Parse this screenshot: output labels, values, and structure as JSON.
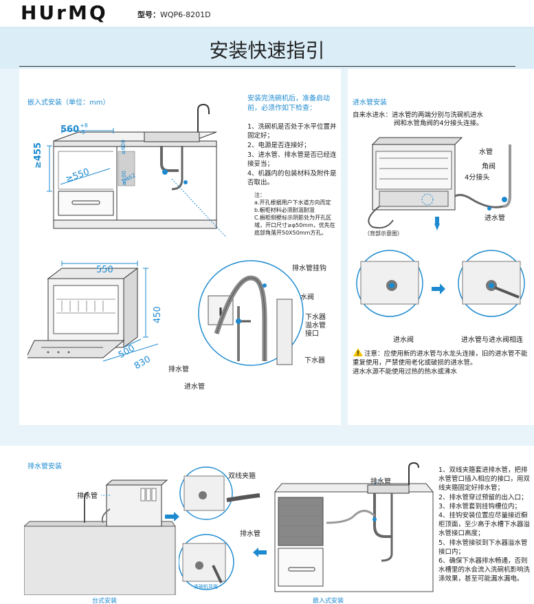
{
  "header": {
    "logo": "HUrMQ",
    "model_label": "型号：",
    "model_value": "WQP6-8201D"
  },
  "title": "安装快速指引",
  "embedded": {
    "heading": "嵌入式安装（单位：mm）",
    "dim_width": "560",
    "dim_width_tol_plus": "+8",
    "dim_width_tol_minus": "-5",
    "dim_height": "≥455",
    "dim_depth": "≥550",
    "hole_600": "≥600",
    "hole_462": "≥462",
    "hole_100": "≥100",
    "dim_550": "550",
    "dim_450": "450",
    "dim_500": "500",
    "dim_830": "830",
    "label_drain_hook": "排水管挂钩",
    "label_valve": "水阀",
    "label_overflow": "下水器\n溢水管\n接口",
    "label_lower_drain": "下水器",
    "label_drain_pipe": "排水管",
    "label_inlet_pipe": "进水管"
  },
  "checklist": {
    "heading": "安装完洗碗机后，准备启动前，必须作如下检查：",
    "items": [
      "1、洗碗机是否处于水平位置并固定好；",
      "2、电源是否连接好；",
      "3、进水管、排水管是否已经连接妥当；",
      "4、机器内的包装材料及附件是否取出。"
    ],
    "note_title": "注：",
    "notes": "a.开孔根据用户下水道方向而定\nb.橱柜材料必须耐温耐湿\nC.橱柜侧壁标示阴影处为开孔区域，开口尺寸≥φ50mm，优先在底部角落开50X50mm方孔。"
  },
  "inlet": {
    "heading": "进水管安装",
    "desc_line1": "自来水进水：进水管的两端分别与洗碗机进水",
    "desc_line2": "阀和水管角阀的4分接头连接。",
    "label_pipe": "水管",
    "label_angle_valve": "角阀",
    "label_connector": "4分接头",
    "label_inlet_pipe": "进水管",
    "rear_view": "（背部示意图）",
    "caption_valve": "进水阀",
    "caption_connected": "进水管与进水阀相连",
    "warning": "注意：应使用新的进水管与水龙头连接，旧的进水管不能重复使用，严禁使用老化或破损的进水管。\n进水水源不能使用过热的热水或沸水"
  },
  "drain": {
    "heading": "排水管安装",
    "label_drain_left": "排水管",
    "label_clamp": "双线夹箍",
    "label_drain_mid": "排水管",
    "label_back": "洗碗机背面",
    "label_drain_right": "排水管",
    "caption_counter": "台式安装",
    "caption_embedded": "嵌入式安装",
    "steps": [
      "1、双线夹箍套进排水管，把排水管管口插入相应的接口，用双线夹箍固定好排水管；",
      "2、排水管穿过预留的出入口；",
      "3、排水管套到挂钩槽位内；",
      "4、挂钩安装位置应尽量接近橱柜顶面，至少高于水槽下水器溢水管接口高度；",
      "5、排水管接驳到下水器溢水管接口内；",
      "6、确保下水器排水畅通，否则水槽里的水会流入洗碗机影响洗涤效果，甚至可能漏水漏电。"
    ]
  },
  "colors": {
    "accent": "#1d8ad0",
    "panel_bg": "#dbeef8",
    "arrow": "#1d8ad0"
  }
}
